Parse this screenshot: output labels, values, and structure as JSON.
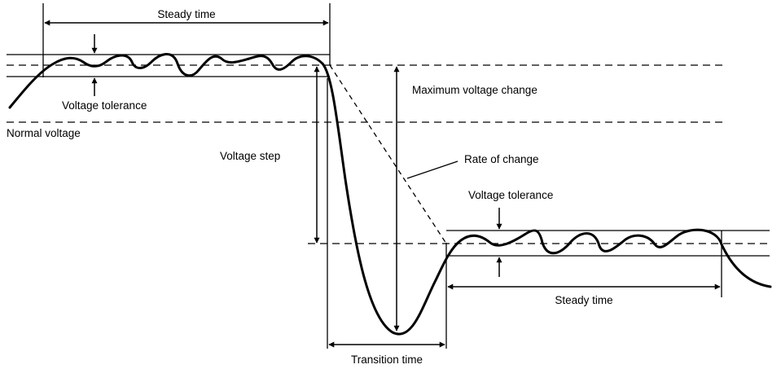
{
  "diagram": {
    "labels": {
      "steady_time_top": "Steady time",
      "voltage_tolerance_top": "Voltage tolerance",
      "normal_voltage": "Normal voltage",
      "voltage_step": "Voltage step",
      "maximum_voltage_change": "Maximum voltage change",
      "rate_of_change": "Rate of change",
      "voltage_tolerance_bottom": "Voltage tolerance",
      "steady_time_bottom": "Steady time",
      "transition_time": "Transition time"
    },
    "colors": {
      "line": "#000000",
      "background": "#ffffff"
    }
  }
}
